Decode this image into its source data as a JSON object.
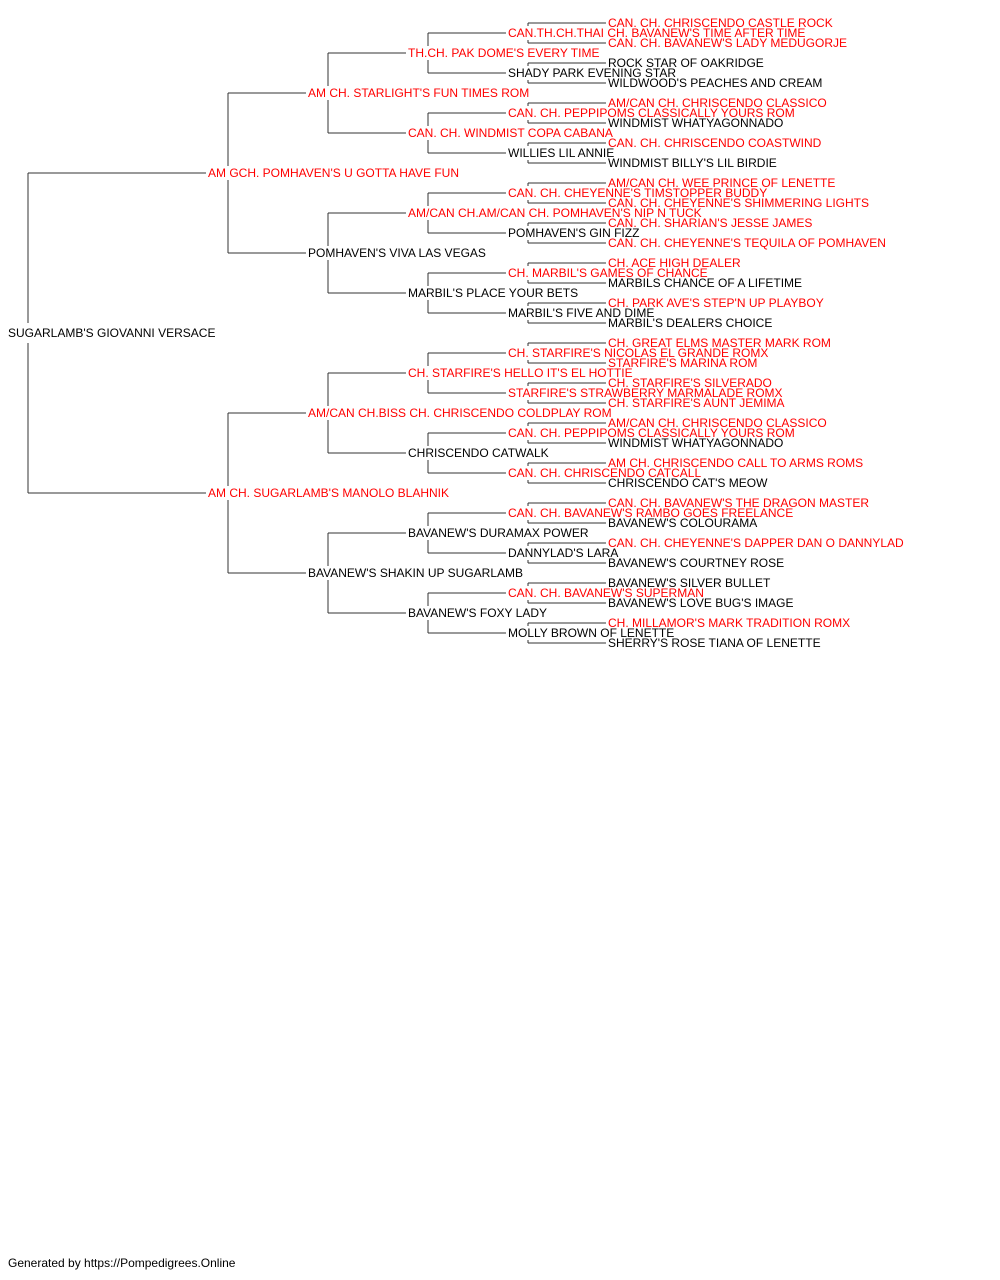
{
  "colors": {
    "champion": "#ff0000",
    "normal": "#000000",
    "line": "#333333"
  },
  "footer": "Generated by https://Pompedigrees.Online",
  "pedigree": {
    "name": "SUGARLAMB'S GIOVANNI VERSACE",
    "champion": false,
    "sire": {
      "name": "AM GCH. POMHAVEN'S U GOTTA HAVE FUN",
      "champion": true,
      "sire": {
        "name": "AM CH. STARLIGHT'S FUN TIMES ROM",
        "champion": true,
        "sire": {
          "name": "TH.CH. PAK DOME'S EVERY TIME",
          "champion": true,
          "sire": {
            "name": "CAN.TH.CH.THAI CH. BAVANEW'S TIME AFTER TIME",
            "champion": true,
            "sire": {
              "name": "CAN. CH. CHRISCENDO CASTLE ROCK",
              "champion": true
            },
            "dam": {
              "name": "CAN. CH. BAVANEW'S LADY MEDUGORJE",
              "champion": true
            }
          },
          "dam": {
            "name": "SHADY PARK EVENING STAR",
            "champion": false,
            "sire": {
              "name": "ROCK STAR OF OAKRIDGE",
              "champion": false
            },
            "dam": {
              "name": "WILDWOOD'S PEACHES AND CREAM",
              "champion": false
            }
          }
        },
        "dam": {
          "name": "CAN. CH. WINDMIST COPA CABANA",
          "champion": true,
          "sire": {
            "name": "CAN. CH. PEPPIPOMS CLASSICALLY YOURS ROM",
            "champion": true,
            "sire": {
              "name": "AM/CAN CH. CHRISCENDO CLASSICO",
              "champion": true
            },
            "dam": {
              "name": "WINDMIST WHATYAGONNADO",
              "champion": false
            }
          },
          "dam": {
            "name": "WILLIES LIL ANNIE",
            "champion": false,
            "sire": {
              "name": "CAN. CH. CHRISCENDO COASTWIND",
              "champion": true
            },
            "dam": {
              "name": "WINDMIST BILLY'S LIL BIRDIE",
              "champion": false
            }
          }
        }
      },
      "dam": {
        "name": "POMHAVEN'S VIVA LAS VEGAS",
        "champion": false,
        "sire": {
          "name": "AM/CAN CH.AM/CAN CH. POMHAVEN'S NIP N TUCK",
          "champion": true,
          "sire": {
            "name": "CAN. CH. CHEYENNE'S TIMSTOPPER BUDDY",
            "champion": true,
            "sire": {
              "name": "AM/CAN CH. WEE PRINCE OF LENETTE",
              "champion": true
            },
            "dam": {
              "name": "CAN. CH. CHEYENNE'S SHIMMERING LIGHTS",
              "champion": true
            }
          },
          "dam": {
            "name": "POMHAVEN'S GIN FIZZ",
            "champion": false,
            "sire": {
              "name": "CAN. CH. SHARIAN'S JESSE JAMES",
              "champion": true
            },
            "dam": {
              "name": "CAN. CH. CHEYENNE'S TEQUILA OF POMHAVEN",
              "champion": true
            }
          }
        },
        "dam": {
          "name": "MARBIL'S PLACE YOUR BETS",
          "champion": false,
          "sire": {
            "name": "CH. MARBIL'S GAMES OF CHANCE",
            "champion": true,
            "sire": {
              "name": "CH. ACE HIGH DEALER",
              "champion": true
            },
            "dam": {
              "name": "MARBILS CHANCE OF A LIFETIME",
              "champion": false
            }
          },
          "dam": {
            "name": "MARBIL'S FIVE AND DIME",
            "champion": false,
            "sire": {
              "name": "CH. PARK AVE'S STEP'N UP PLAYBOY",
              "champion": true
            },
            "dam": {
              "name": "MARBIL'S DEALERS CHOICE",
              "champion": false
            }
          }
        }
      }
    },
    "dam": {
      "name": "AM CH. SUGARLAMB'S MANOLO BLAHNIK",
      "champion": true,
      "sire": {
        "name": "AM/CAN CH.BISS CH. CHRISCENDO COLDPLAY ROM",
        "champion": true,
        "sire": {
          "name": "CH. STARFIRE'S HELLO IT'S EL HOTTIE",
          "champion": true,
          "sire": {
            "name": "CH. STARFIRE'S NICOLAS EL GRANDE ROMX",
            "champion": true,
            "sire": {
              "name": "CH. GREAT ELMS MASTER MARK ROM",
              "champion": true
            },
            "dam": {
              "name": "STARFIRE'S MARINA ROM",
              "champion": true
            }
          },
          "dam": {
            "name": "STARFIRE'S STRAWBERRY MARMALADE ROMX",
            "champion": true,
            "sire": {
              "name": "CH. STARFIRE'S SILVERADO",
              "champion": true
            },
            "dam": {
              "name": "CH. STARFIRE'S AUNT JEMIMA",
              "champion": true
            }
          }
        },
        "dam": {
          "name": "CHRISCENDO CATWALK",
          "champion": false,
          "sire": {
            "name": "CAN. CH. PEPPIPOMS CLASSICALLY YOURS ROM",
            "champion": true,
            "sire": {
              "name": "AM/CAN CH. CHRISCENDO CLASSICO",
              "champion": true
            },
            "dam": {
              "name": "WINDMIST WHATYAGONNADO",
              "champion": false
            }
          },
          "dam": {
            "name": "CAN. CH. CHRISCENDO CATCALL",
            "champion": true,
            "sire": {
              "name": "AM CH. CHRISCENDO CALL TO ARMS ROMS",
              "champion": true
            },
            "dam": {
              "name": "CHRISCENDO CAT'S MEOW",
              "champion": false
            }
          }
        }
      },
      "dam": {
        "name": "BAVANEW'S SHAKIN UP SUGARLAMB",
        "champion": false,
        "sire": {
          "name": "BAVANEW'S DURAMAX POWER",
          "champion": false,
          "sire": {
            "name": "CAN. CH. BAVANEW'S RAMBO GOES FREELANCE",
            "champion": true,
            "sire": {
              "name": "CAN. CH. BAVANEW'S THE DRAGON MASTER",
              "champion": true
            },
            "dam": {
              "name": "BAVANEW'S COLOURAMA",
              "champion": false
            }
          },
          "dam": {
            "name": "DANNYLAD'S LARA",
            "champion": false,
            "sire": {
              "name": "CAN. CH. CHEYENNE'S DAPPER DAN O DANNYLAD",
              "champion": true
            },
            "dam": {
              "name": "BAVANEW'S COURTNEY ROSE",
              "champion": false
            }
          }
        },
        "dam": {
          "name": "BAVANEW'S FOXY LADY",
          "champion": false,
          "sire": {
            "name": "CAN. CH. BAVANEW'S SUPERMAN",
            "champion": true,
            "sire": {
              "name": "BAVANEW'S SILVER BULLET",
              "champion": false
            },
            "dam": {
              "name": "BAVANEW'S LOVE BUG'S IMAGE",
              "champion": false
            }
          },
          "dam": {
            "name": "MOLLY BROWN OF LENETTE",
            "champion": false,
            "sire": {
              "name": "CH. MILLAMOR'S MARK TRADITION ROMX",
              "champion": true
            },
            "dam": {
              "name": "SHERRY'S ROSE TIANA OF LENETTE",
              "champion": false
            }
          }
        }
      }
    }
  }
}
